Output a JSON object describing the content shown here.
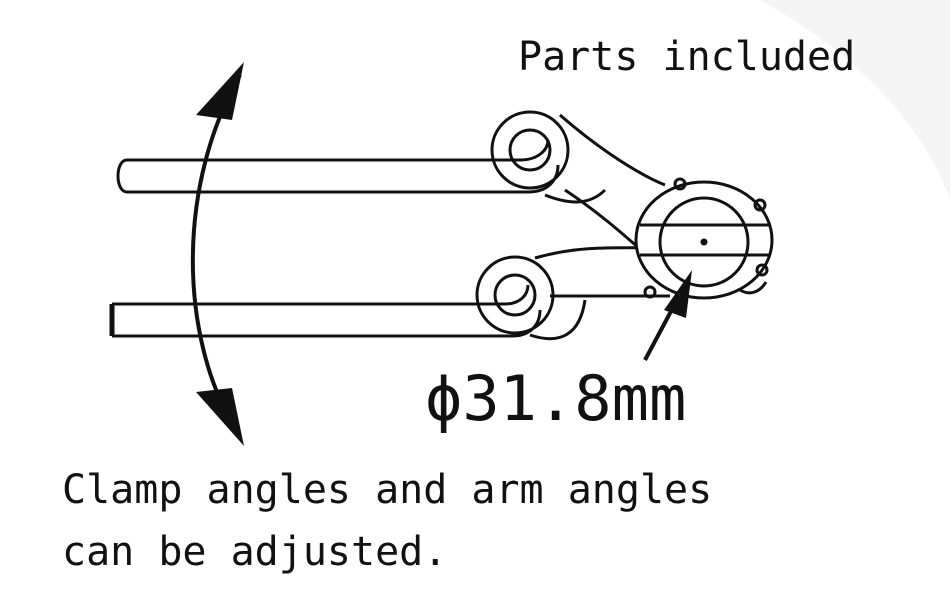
{
  "labels": {
    "parts_included": "Parts included",
    "diameter": "ϕ31.8mm",
    "caption_line1": "Clamp angles and arm angles",
    "caption_line2": "can be adjusted."
  },
  "icons": {
    "rotation": "double-arrow-arc-icon",
    "pointer": "arrow-pointer-icon"
  },
  "colors": {
    "line": "#111111",
    "background": "#ffffff"
  }
}
